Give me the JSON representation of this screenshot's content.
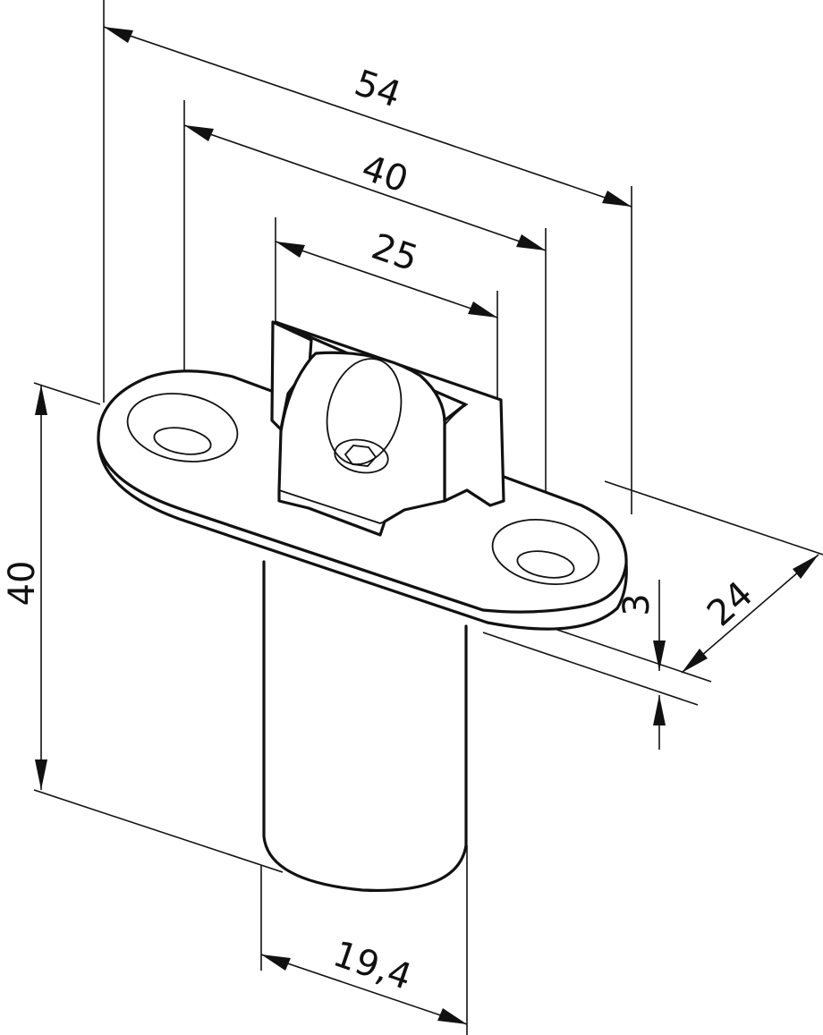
{
  "dimensions": {
    "length_overall": "54",
    "hole_spacing": "40",
    "block_width": "25",
    "height": "40",
    "flange_width": "24",
    "flange_thickness": "3",
    "pin_diameter": "19,4"
  }
}
